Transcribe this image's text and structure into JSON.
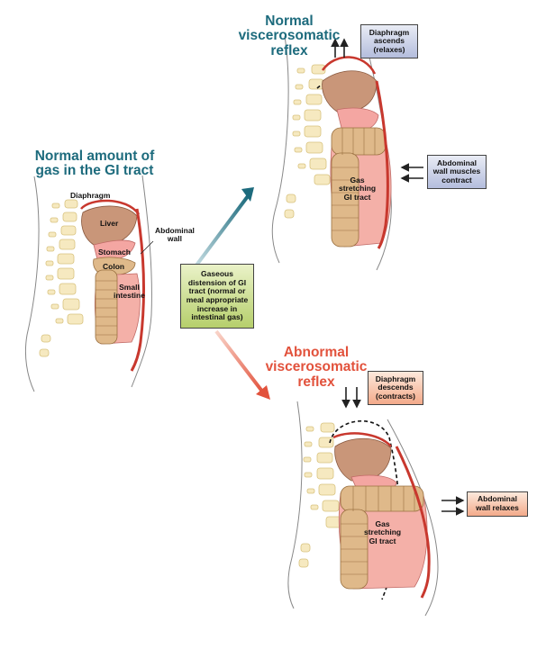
{
  "headings": {
    "left": [
      "Normal amount of",
      "gas in the GI tract"
    ],
    "top": [
      "Normal",
      "viscerosomatic",
      "reflex"
    ],
    "bottom": [
      "Abnormal",
      "viscerosomatic",
      "reflex"
    ]
  },
  "labels": {
    "diaphragm": "Diaphragm",
    "liver": "Liver",
    "abdominal_wall": [
      "Abdominal",
      "wall"
    ],
    "stomach": "Stomach",
    "colon": "Colon",
    "small_intestine": [
      "Small",
      "intestine"
    ],
    "gas_top": [
      "Gas",
      "stretching",
      "GI tract"
    ],
    "gas_bottom": [
      "Gas",
      "stretching",
      "GI tract"
    ]
  },
  "boxes": {
    "center": [
      "Gaseous",
      "distension of GI",
      "tract (normal or",
      "meal appropriate",
      "increase in",
      "intestinal gas)"
    ],
    "diaphragm_ascends": [
      "Diaphragm",
      "ascends",
      "(relaxes)"
    ],
    "abdominal_contract": [
      "Abdominal",
      "wall muscles",
      "contract"
    ],
    "diaphragm_descends": [
      "Diaphragm",
      "descends",
      "(contracts)"
    ],
    "abdominal_relaxes": [
      "Abdominal",
      "wall relaxes"
    ]
  },
  "colors": {
    "teal": "#1d6b7d",
    "red": "#e2523c",
    "liver": "#c99679",
    "stomach": "#f4a6a2",
    "intestine": "#dfb98a",
    "muscle": "#c8382e",
    "vertebra": "#f6e9c0"
  }
}
